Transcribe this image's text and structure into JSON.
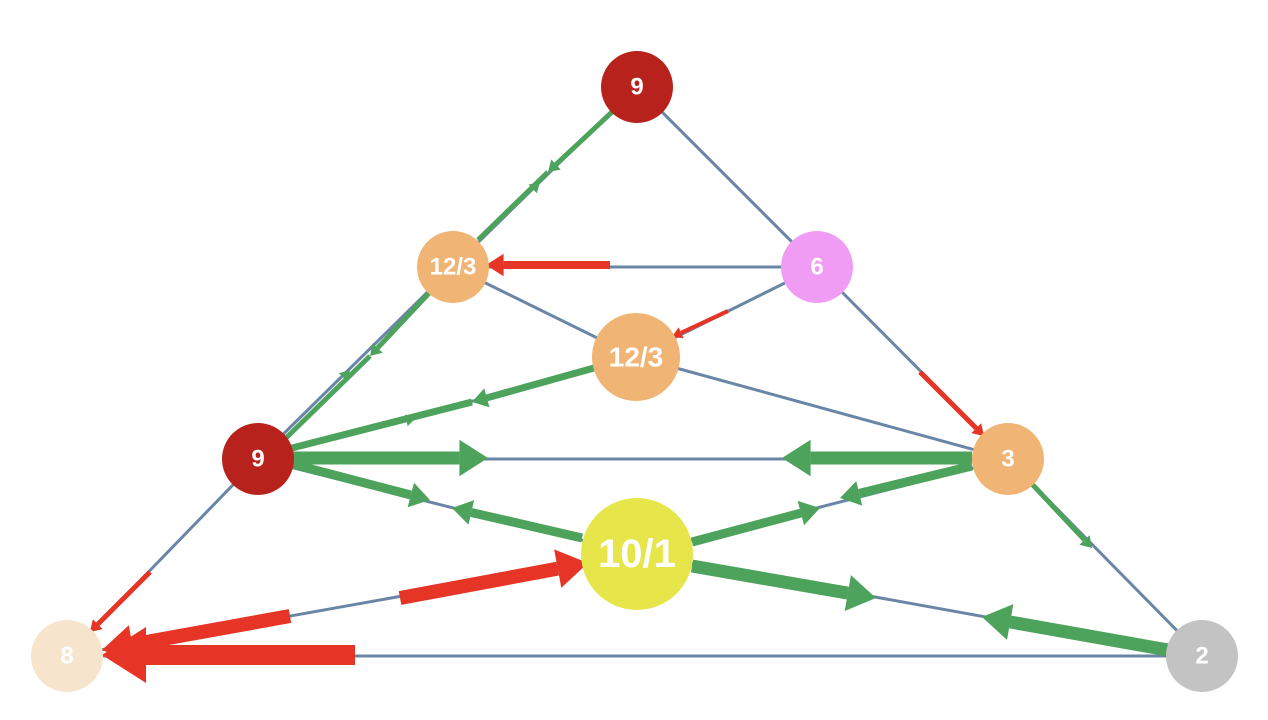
{
  "diagram": {
    "colors": {
      "edge": "#6a86a6",
      "flow_green": "#4ea35c",
      "flow_red": "#e63426",
      "node_dark_red": "#b7231c",
      "node_orange": "#f0b474",
      "node_pink": "#f09cf4",
      "node_yellow": "#e6e64a",
      "node_cream": "#f7e4cd",
      "node_grey": "#c3c3c3"
    },
    "nodes": [
      {
        "id": "top",
        "label": "9",
        "color": "node_dark_red"
      },
      {
        "id": "upper-left",
        "label": "12/3",
        "color": "node_orange"
      },
      {
        "id": "upper-right",
        "label": "6",
        "color": "node_pink"
      },
      {
        "id": "center",
        "label": "12/3",
        "color": "node_orange"
      },
      {
        "id": "middle-left",
        "label": "9",
        "color": "node_dark_red"
      },
      {
        "id": "middle-right",
        "label": "3",
        "color": "node_orange"
      },
      {
        "id": "lower-center",
        "label": "10/1",
        "color": "node_yellow"
      },
      {
        "id": "bottom-left",
        "label": "8",
        "color": "node_cream"
      },
      {
        "id": "bottom-right",
        "label": "2",
        "color": "node_grey"
      }
    ]
  }
}
